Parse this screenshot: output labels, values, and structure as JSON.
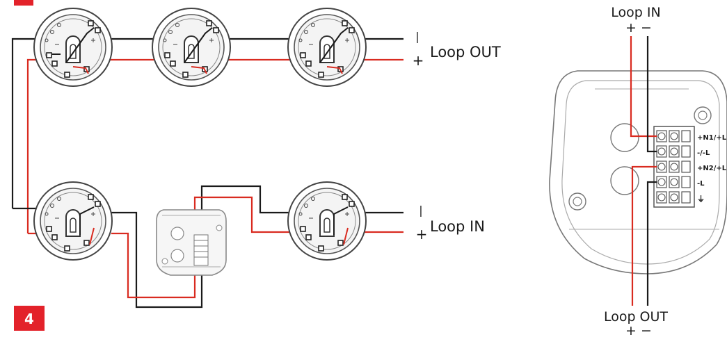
{
  "step": {
    "number": "4"
  },
  "left_diagram": {
    "top_output_label": "Loop OUT",
    "bottom_input_label": "Loop IN",
    "minus_symbol": "|",
    "plus_symbol": "+"
  },
  "right_diagram": {
    "loop_in_label": "Loop IN",
    "loop_out_label": "Loop OUT",
    "polarity_label": "+ −",
    "terminals": [
      "+N1/+L",
      "-/-L",
      "+N2/+L",
      "-L",
      "⏚"
    ]
  },
  "colors": {
    "positive_wire": "#d92b20",
    "negative_wire": "#1a1a1a",
    "badge": "#e3222a",
    "device_outline": "#7a7a7a",
    "device_fill": "#f2f2f2"
  }
}
